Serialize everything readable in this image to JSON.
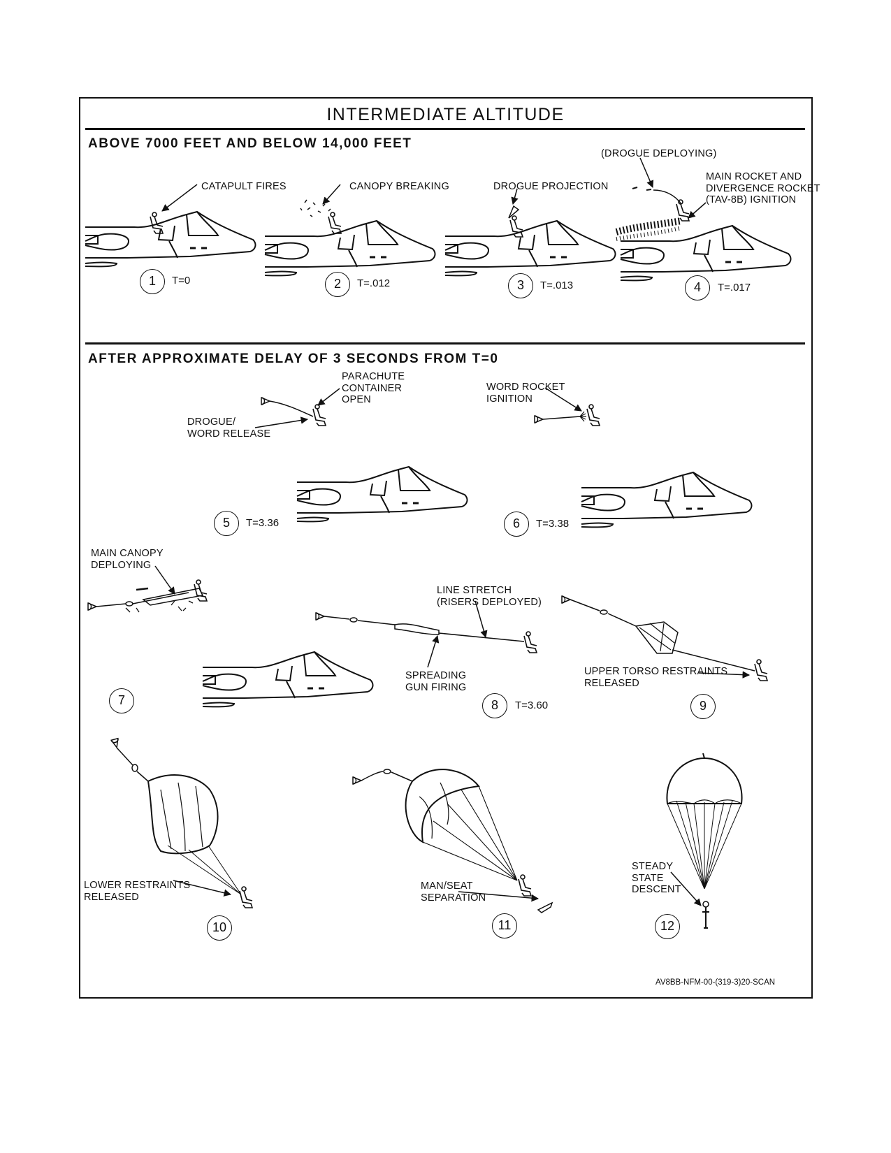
{
  "title": "INTERMEDIATE ALTITUDE",
  "section1": {
    "heading": "ABOVE 7000 FEET AND BELOW 14,000 FEET"
  },
  "section2": {
    "heading": "AFTER APPROXIMATE DELAY OF 3 SECONDS FROM T=0"
  },
  "steps": [
    {
      "number": "1",
      "time": "T=0"
    },
    {
      "number": "2",
      "time": "T=.012"
    },
    {
      "number": "3",
      "time": "T=.013"
    },
    {
      "number": "4",
      "time": "T=.017"
    },
    {
      "number": "5",
      "time": "T=3.36"
    },
    {
      "number": "6",
      "time": "T=3.38"
    },
    {
      "number": "7",
      "time": ""
    },
    {
      "number": "8",
      "time": "T=3.60"
    },
    {
      "number": "9",
      "time": ""
    },
    {
      "number": "10",
      "time": ""
    },
    {
      "number": "11",
      "time": ""
    },
    {
      "number": "12",
      "time": ""
    }
  ],
  "labels": {
    "catapult_fires": "CATAPULT FIRES",
    "canopy_breaking": "CANOPY BREAKING",
    "drogue_projection": "DROGUE PROJECTION",
    "drogue_deploying": "(DROGUE DEPLOYING)",
    "main_rocket": "MAIN ROCKET AND\nDIVERGENCE ROCKET\n(TAV-8B) IGNITION",
    "parachute_container": "PARACHUTE\nCONTAINER\nOPEN",
    "drogue_word_release": "DROGUE/\nWORD RELEASE",
    "word_rocket": "WORD ROCKET\nIGNITION",
    "main_canopy": "MAIN CANOPY\nDEPLOYING",
    "line_stretch": "LINE STRETCH\n(RISERS DEPLOYED)",
    "spreading_gun": "SPREADING\nGUN FIRING",
    "upper_torso": "UPPER TORSO RESTRAINTS\nRELEASED",
    "lower_restraints": "LOWER RESTRAINTS\nRELEASED",
    "man_seat": "MAN/SEAT\nSEPARATION",
    "steady_state": "STEADY\nSTATE\nDESCENT"
  },
  "figure_id": "AV8BB-NFM-00-(319-3)20-SCAN"
}
